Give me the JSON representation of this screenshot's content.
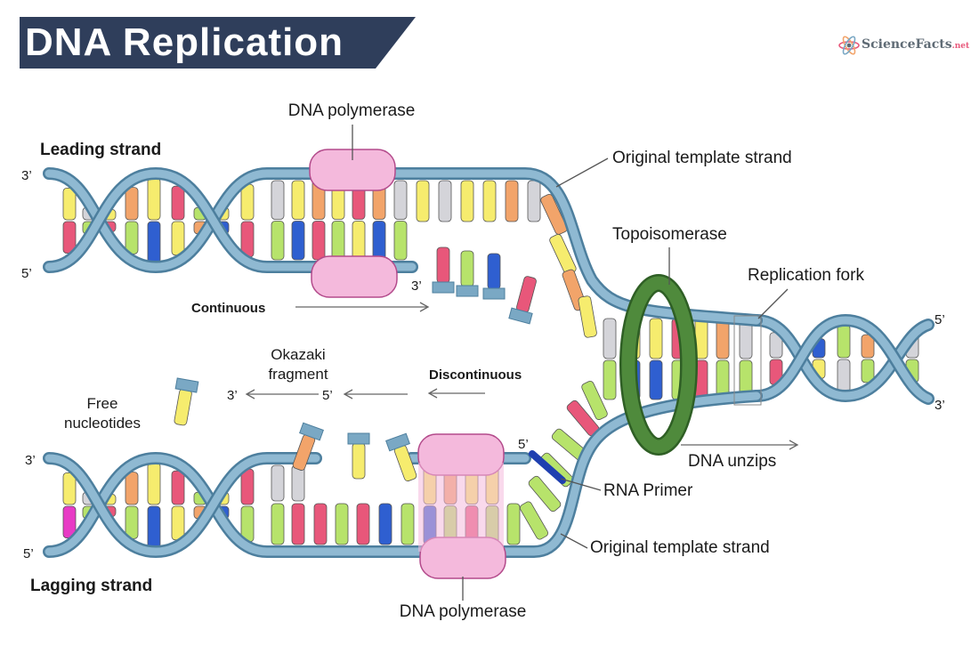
{
  "title": "DNA Replication",
  "brand": {
    "name": "ScienceFacts",
    "suffix": ".net"
  },
  "colors": {
    "banner": "#2f3e5b",
    "backbone": "#7aa8c4",
    "backbone_stroke": "#4d7f9e",
    "polymerase": "#f4b9dc",
    "polymerase_stroke": "#b34a8b",
    "topoisomerase": "#4f8a3c",
    "bases": [
      "#f6ec6e",
      "#e8577a",
      "#b7e36b",
      "#2f5fd0",
      "#f2a46a",
      "#d4d4d9",
      "#e83bc5"
    ]
  },
  "labels": {
    "dna_polymerase_top": "DNA polymerase",
    "dna_polymerase_bottom": "DNA polymerase",
    "leading_strand": "Leading strand",
    "lagging_strand": "Lagging strand",
    "original_template_top": "Original template strand",
    "original_template_bottom": "Original template strand",
    "topoisomerase": "Topoisomerase",
    "replication_fork": "Replication fork",
    "continuous": "Continuous",
    "discontinuous": "Discontinuous",
    "okazaki_fragment": "Okazaki\nfragment",
    "free_nucleotides": "Free\nnucleotides",
    "dna_unzips": "DNA unzips",
    "rna_primer": "RNA Primer"
  },
  "strand_ends": {
    "leading_left_top": "3’",
    "leading_left_bottom": "5’",
    "leading_new_end": "3’",
    "lagging_left_top": "3’",
    "lagging_left_bottom": "5’",
    "right_top": "5’",
    "right_bottom": "3’",
    "okazaki_3": "3’",
    "okazaki_5": "5’",
    "primer_5": "5’"
  }
}
